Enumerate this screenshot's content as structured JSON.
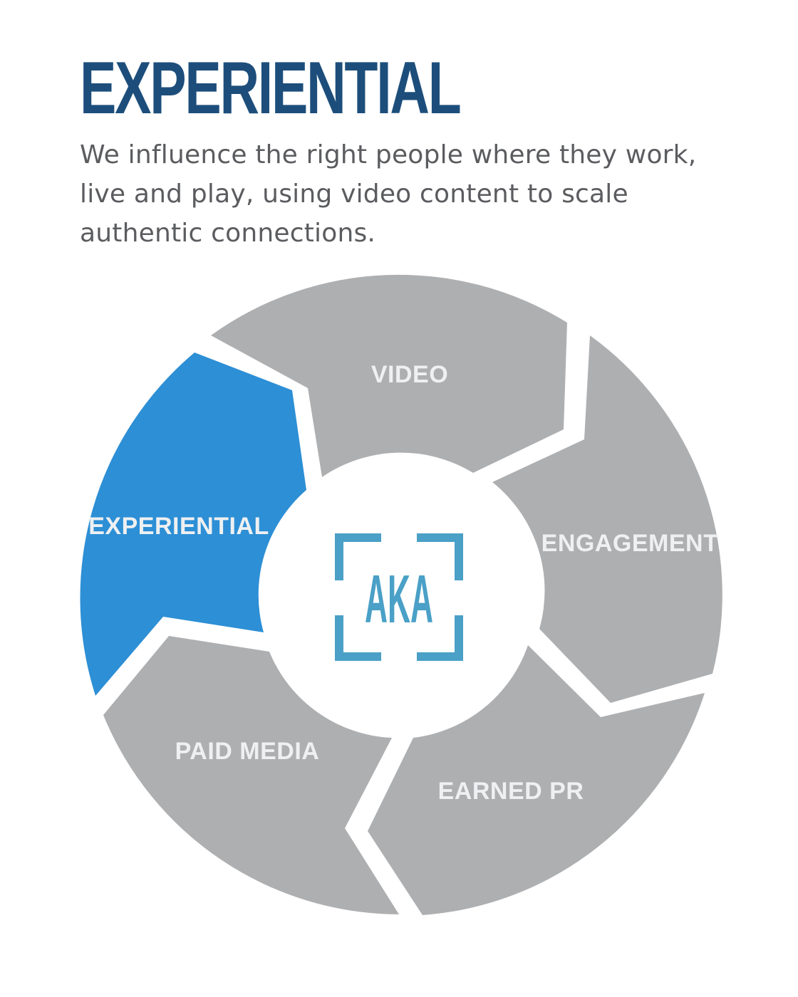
{
  "header": {
    "title": "EXPERIENTIAL",
    "description": "We influence the right people where they work, live and play, using video content to scale authentic connections."
  },
  "diagram": {
    "center_logo": {
      "text": "AKA",
      "icon": "viewfinder-bracket-icon",
      "color": "#4aa0c6"
    },
    "segments": [
      {
        "label": "VIDEO",
        "active": false,
        "color": "#aeafb1"
      },
      {
        "label": "ENGAGEMENT",
        "active": false,
        "color": "#aeafb1"
      },
      {
        "label": "EARNED PR",
        "active": false,
        "color": "#aeafb1"
      },
      {
        "label": "PAID MEDIA",
        "active": false,
        "color": "#aeafb1"
      },
      {
        "label": "EXPERIENTIAL",
        "active": true,
        "color": "#2d8fd5"
      }
    ]
  },
  "colors": {
    "title": "#1d4e7b",
    "body_text": "#5b5c5f",
    "active_segment": "#2d8fd5",
    "inactive_segment": "#aeafb1",
    "label_text": "#eef0f2",
    "logo": "#4aa0c6"
  }
}
